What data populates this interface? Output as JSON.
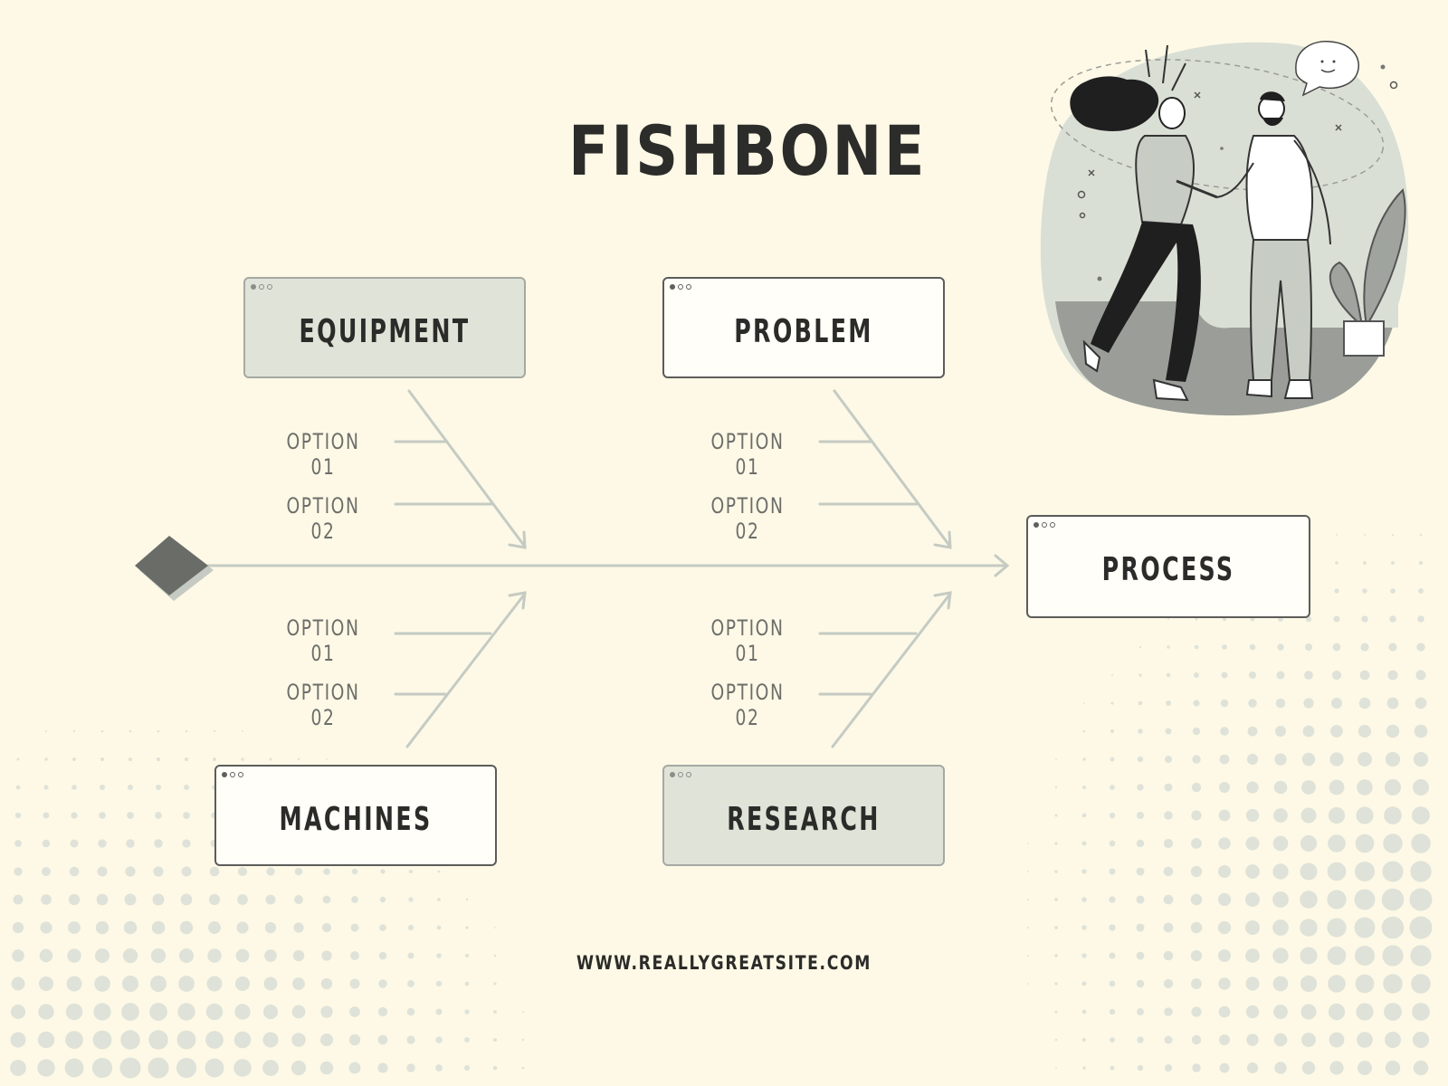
{
  "title": "FISHBONE",
  "head": {
    "label": "PROCESS"
  },
  "categories": [
    {
      "label": "EQUIPMENT",
      "options": [
        "OPTION 01",
        "OPTION 02"
      ]
    },
    {
      "label": "PROBLEM",
      "options": [
        "OPTION 01",
        "OPTION 02"
      ]
    },
    {
      "label": "MACHINES",
      "options": [
        "OPTION 01",
        "OPTION 02"
      ]
    },
    {
      "label": "RESEARCH",
      "options": [
        "OPTION 01",
        "OPTION 02"
      ]
    }
  ],
  "footer": {
    "website": "WWW.REALLYGREATSITE.COM"
  },
  "colors": {
    "background": "#fdf9e6",
    "bone_line": "#c5cbc3",
    "shaded_box": "#e0e3d8",
    "dark": "#2b2b29",
    "tail": "#6a6c68"
  }
}
